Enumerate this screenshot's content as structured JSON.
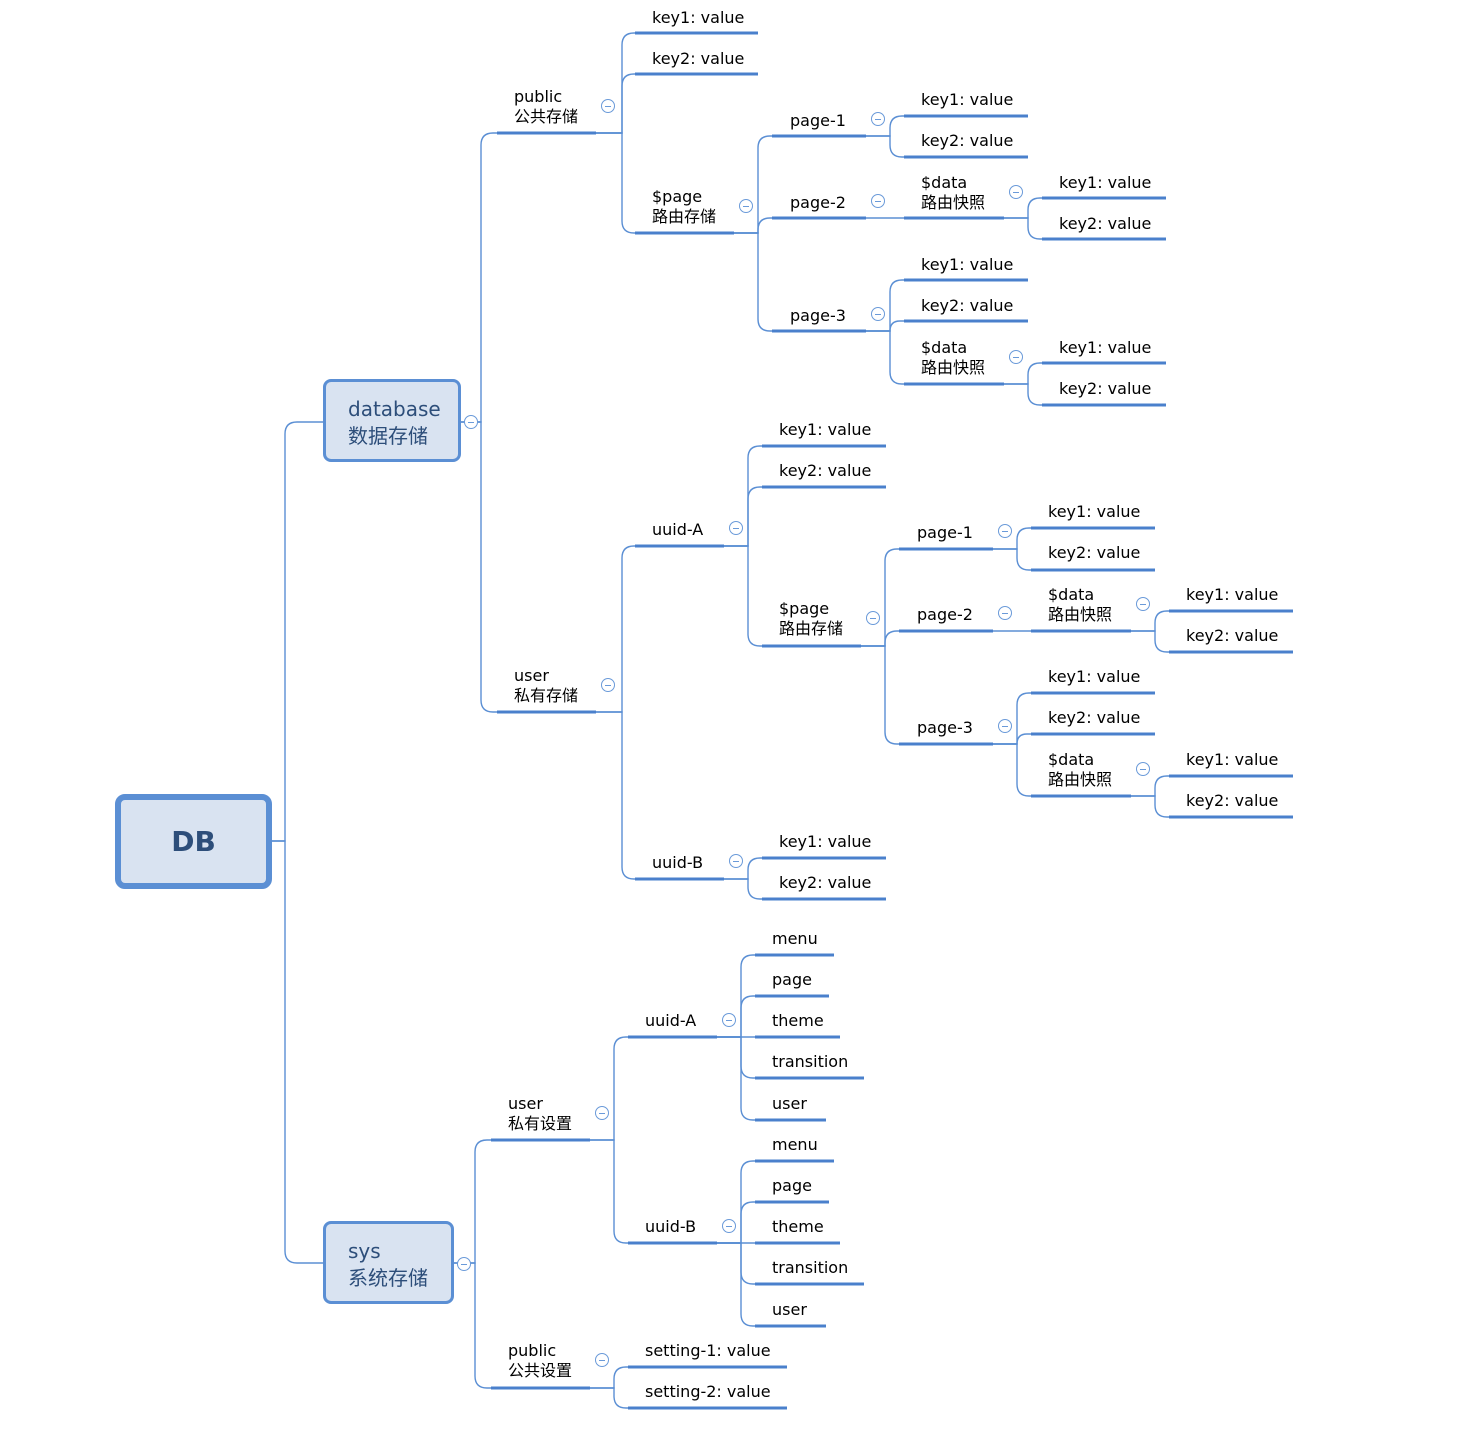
{
  "root": {
    "label": "DB"
  },
  "database": {
    "label": [
      "database",
      "数据存储"
    ],
    "public": {
      "label": [
        "public",
        "公共存储"
      ],
      "key1": "key1: value",
      "key2": "key2: value",
      "page": {
        "label": [
          "$page",
          "路由存储"
        ],
        "page1": {
          "label": "page-1",
          "key1": "key1: value",
          "key2": "key2: value"
        },
        "page2": {
          "label": "page-2",
          "data": {
            "label": [
              "$data",
              "路由快照"
            ],
            "key1": "key1: value",
            "key2": "key2: value"
          }
        },
        "page3": {
          "label": "page-3",
          "key1": "key1: value",
          "key2": "key2: value",
          "data": {
            "label": [
              "$data",
              "路由快照"
            ],
            "key1": "key1: value",
            "key2": "key2: value"
          }
        }
      }
    },
    "user": {
      "label": [
        "user",
        "私有存储"
      ],
      "uuidA": {
        "label": "uuid-A",
        "key1": "key1: value",
        "key2": "key2: value",
        "page": {
          "label": [
            "$page",
            "路由存储"
          ],
          "page1": {
            "label": "page-1",
            "key1": "key1: value",
            "key2": "key2: value"
          },
          "page2": {
            "label": "page-2",
            "data": {
              "label": [
                "$data",
                "路由快照"
              ],
              "key1": "key1: value",
              "key2": "key2: value"
            }
          },
          "page3": {
            "label": "page-3",
            "key1": "key1: value",
            "key2": "key2: value",
            "data": {
              "label": [
                "$data",
                "路由快照"
              ],
              "key1": "key1: value",
              "key2": "key2: value"
            }
          }
        }
      },
      "uuidB": {
        "label": "uuid-B",
        "key1": "key1: value",
        "key2": "key2: value"
      }
    }
  },
  "sys": {
    "label": [
      "sys",
      "系统存储"
    ],
    "user": {
      "label": [
        "user",
        "私有设置"
      ],
      "uuidA": {
        "label": "uuid-A",
        "items": [
          "menu",
          "page",
          "theme",
          "transition",
          "user"
        ]
      },
      "uuidB": {
        "label": "uuid-B",
        "items": [
          "menu",
          "page",
          "theme",
          "transition",
          "user"
        ]
      }
    },
    "public": {
      "label": [
        "public",
        "公共设置"
      ],
      "setting1": "setting-1: value",
      "setting2": "setting-2: value"
    }
  },
  "colors": {
    "line": "#5b8fd4",
    "underline": "#4a80cc",
    "box_fill": "#d9e3f1",
    "box_text": "#2d4e7a"
  }
}
